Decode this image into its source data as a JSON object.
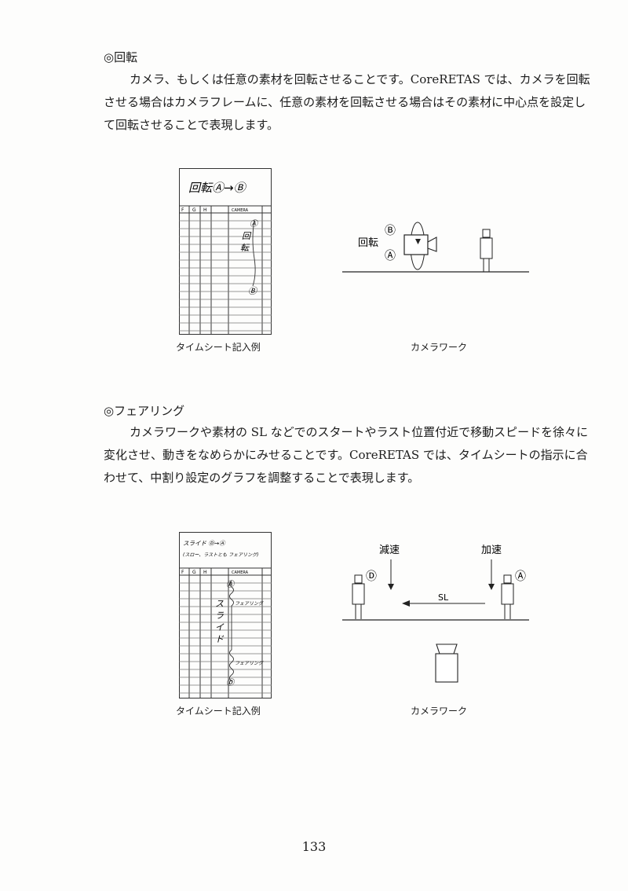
{
  "section1": {
    "heading": "◎回転",
    "body": "カメラ、もしくは任意の素材を回転させることです。CoreRETAS では、カメラを回転させる場合はカメラフレームに、任意の素材を回転させる場合はその素材に中心点を設定して回転させることで表現します。",
    "timesheet": {
      "title": "回転Ⓐ→Ⓑ",
      "cols": [
        "F",
        "G",
        "H",
        "CAMERA"
      ],
      "marks": [
        "Ⓐ",
        "回",
        "転",
        "Ⓑ"
      ],
      "caption": "タイムシート記入例"
    },
    "camerawork": {
      "label": "回転",
      "top_marker": "Ⓑ",
      "bottom_marker": "Ⓐ",
      "caption": "カメラワーク"
    }
  },
  "section2": {
    "heading": "◎フェアリング",
    "body": "カメラワークや素材の SL などでのスタートやラスト位置付近で移動スピードを徐々に変化させ、動きをなめらかにみせることです。CoreRETAS では、タイムシートの指示に合わせて、中割り設定のグラフを調整することで表現します。",
    "timesheet": {
      "note_line1": "スライド Ⓓ→Ⓐ",
      "note_line2": "(スロー、ラストとも フェアリング)",
      "cols": [
        "F",
        "G",
        "H",
        "CAMERA"
      ],
      "marks": [
        "Ⓐ",
        "ス",
        "ラ",
        "イ",
        "ド",
        "Ⓓ"
      ],
      "fairing_note_top": "フェアリング",
      "fairing_note_bottom": "フェアリング",
      "caption": "タイムシート記入例"
    },
    "camerawork": {
      "decel": "減速",
      "accel": "加速",
      "left_marker": "Ⓓ",
      "right_marker": "Ⓐ",
      "sl": "SL",
      "caption": "カメラワーク"
    }
  },
  "page_number": "133"
}
